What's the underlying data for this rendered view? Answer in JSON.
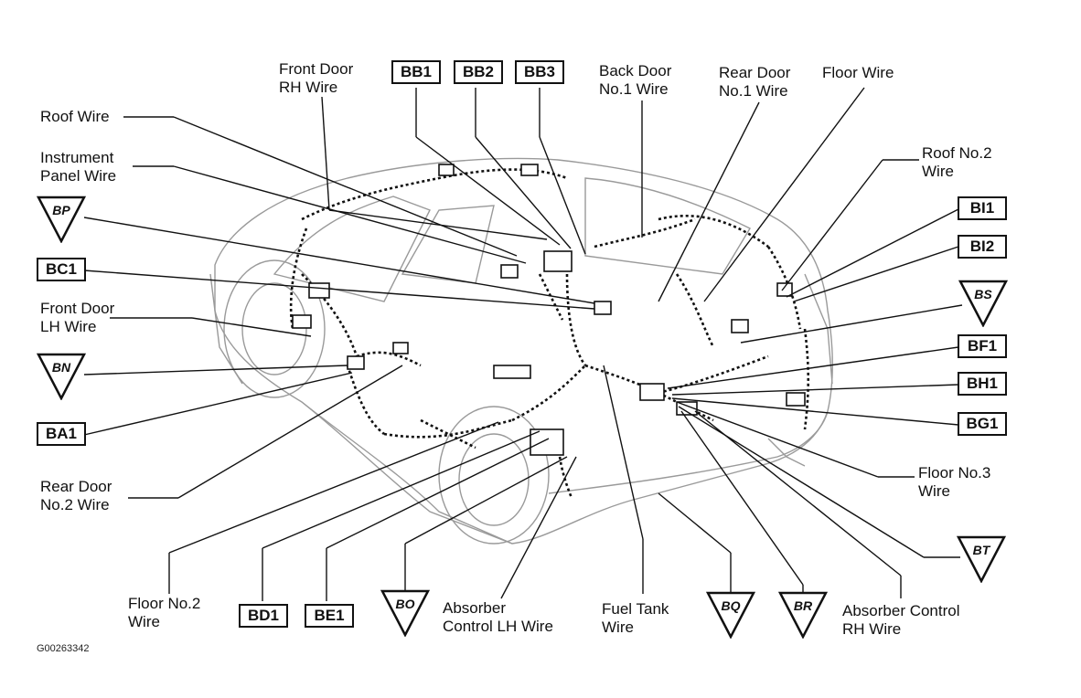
{
  "figure_code": "G00263342",
  "wire_labels": {
    "front_door_rh": "Front Door\nRH Wire",
    "back_door_no1": "Back Door\nNo.1 Wire",
    "rear_door_no1": "Rear Door\nNo.1 Wire",
    "floor": "Floor Wire",
    "roof": "Roof Wire",
    "instrument_panel": "Instrument\nPanel Wire",
    "roof_no2": "Roof No.2\nWire",
    "front_door_lh": "Front Door\nLH Wire",
    "rear_door_no2": "Rear Door\nNo.2 Wire",
    "floor_no3": "Floor No.3\nWire",
    "floor_no2": "Floor No.2\nWire",
    "absorber_control_lh": "Absorber\nControl LH Wire",
    "fuel_tank": "Fuel Tank\nWire",
    "absorber_control_rh": "Absorber Control\nRH Wire"
  },
  "connector_boxes": {
    "bb1": "BB1",
    "bb2": "BB2",
    "bb3": "BB3",
    "bc1": "BC1",
    "ba1": "BA1",
    "bi1": "BI1",
    "bi2": "BI2",
    "bf1": "BF1",
    "bh1": "BH1",
    "bg1": "BG1",
    "bd1": "BD1",
    "be1": "BE1"
  },
  "ground_points": {
    "bp": "BP",
    "bn": "BN",
    "bs": "BS",
    "bt": "BT",
    "bo": "BO",
    "bq": "BQ",
    "br": "BR"
  }
}
